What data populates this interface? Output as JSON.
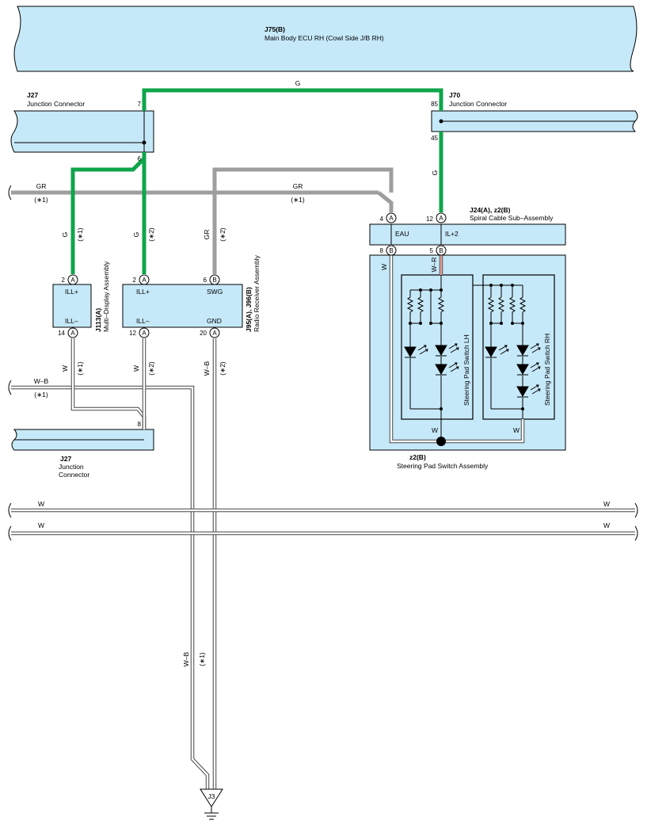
{
  "colors": {
    "connector_fill": "#c6e9f9",
    "green_wire": "#0fa54b",
    "gray_wire": "#9e9e9e",
    "white_wire_stroke": "#444444",
    "red_stripe": "#d9342b"
  },
  "ecu": {
    "code": "J75(B)",
    "name": "Main Body ECU RH (Cowl Side J/B RH)"
  },
  "j27_top": {
    "code": "J27",
    "name": "Junction Connector",
    "pin_in": "7",
    "pin_out": "6"
  },
  "j70": {
    "code": "J70",
    "name": "Junction Connector",
    "pin_top": "85",
    "pin_bottom": "45"
  },
  "j24": {
    "code": "J24(A), z2(B)",
    "name": "Spiral Cable Sub–Assembly",
    "pin_eau": "4",
    "pin_eau_conn": "A",
    "pin_ill": "12",
    "pin_ill_conn": "A",
    "term_eau": "EAU",
    "term_ill": "IL+2",
    "pin_8": "8",
    "pin_8_conn": "B",
    "pin_5": "5",
    "pin_5_conn": "B"
  },
  "multi_display": {
    "code": "J113(A)",
    "name": "Multi–Display Assembly",
    "pin_ill_plus": "2",
    "pin_ill_plus_conn": "A",
    "term_ill_plus": "ILL+",
    "pin_ill_minus": "14",
    "pin_ill_minus_conn": "A",
    "term_ill_minus": "ILL–"
  },
  "radio": {
    "code": "J95(A), J96(B)",
    "name": "Radio Receiver Assembly",
    "pin_ill_plus": "2",
    "pin_ill_plus_conn": "A",
    "term_ill_plus": "ILL+",
    "pin_swg": "6",
    "pin_swg_conn": "B",
    "term_swg": "SWG",
    "pin_ill_minus": "12",
    "pin_ill_minus_conn": "A",
    "term_ill_minus": "ILL–",
    "pin_gnd": "20",
    "pin_gnd_conn": "A",
    "term_gnd": "GND"
  },
  "j27_bottom": {
    "code": "J27",
    "name_line1": "Junction",
    "name_line2": "Connector",
    "pin": "8"
  },
  "steering_pad": {
    "code": "z2(B)",
    "name": "Steering Pad Switch Assembly",
    "lh_label": "Steering Pad Switch LH",
    "rh_label": "Steering Pad Switch RH"
  },
  "ground": {
    "code": "J3"
  },
  "wires": {
    "g": "G",
    "gr": "GR",
    "w": "W",
    "wb": "W–B",
    "wr": "W–R",
    "note1": "(∗1)",
    "note2": "(∗2)"
  }
}
